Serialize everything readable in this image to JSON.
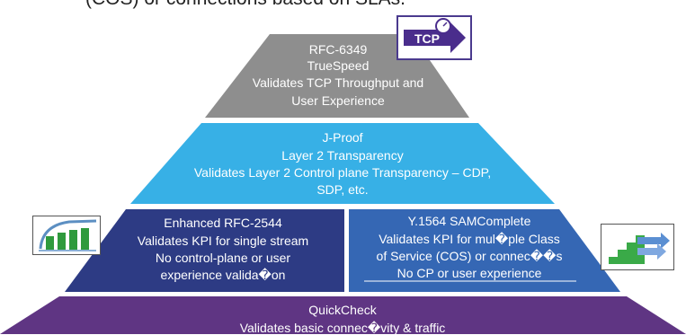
{
  "header": {
    "cut_text": "(COS) or connections based on SLAs."
  },
  "pyramid": {
    "tier_top": {
      "lines": [
        "RFC-6349",
        "TrueSpeed",
        "Validates TCP Throughput and",
        "User Experience"
      ],
      "color": "#8e8e8e"
    },
    "tier_two": {
      "lines": [
        "J-Proof",
        "Layer 2 Transparency",
        "Validates Layer 2 Control plane Transparency – CDP,",
        "SDP, etc."
      ],
      "color": "#37b0e6"
    },
    "tier_three_left": {
      "lines": [
        "Enhanced RFC-2544",
        "Validates KPI for single stream",
        "No control-plane or user",
        "experience valida�on"
      ],
      "color": "#2d3b84"
    },
    "tier_three_right": {
      "lines": [
        "Y.1564 SAMComplete",
        "Validates KPI for mul�ple Class",
        "of Service (COS) or connec��s",
        "No CP or user experience"
      ],
      "color": "#3567b4"
    },
    "tier_base": {
      "lines": [
        "QuickCheck",
        "Validates basic connec�vity & traffic"
      ],
      "color": "#5f3583"
    }
  },
  "icons": {
    "tcp_badge": {
      "text": "TCP",
      "color": "#4a2d8c"
    },
    "bars_icon": {
      "color": "#2f9a3d"
    },
    "stairs_icon": {
      "color": "#2f9a3d"
    }
  }
}
